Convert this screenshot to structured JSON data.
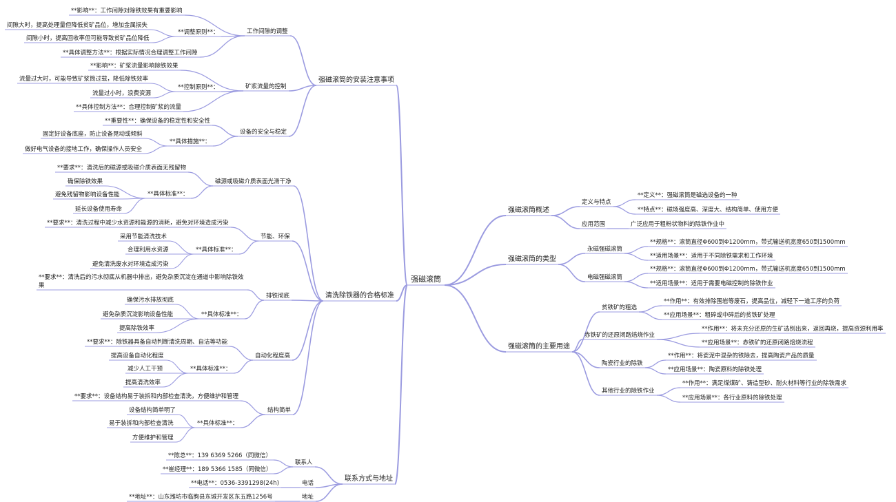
{
  "mindmap": {
    "root": "强磁滚筒",
    "left": [
      {
        "text": "强磁滚筒的安装注意事项",
        "children": [
          {
            "text": "工作间隙的调整",
            "children": [
              {
                "text": "**影响**：工作间隙对除铁效果有重要影响"
              },
              {
                "text": "**调整原则**：",
                "children": [
                  {
                    "text": "间隙大时，提高处理量但降低贫矿品位，增加金属损失"
                  },
                  {
                    "text": "间隙小时，提高回收率但可能导致贫矿品位降低"
                  }
                ]
              },
              {
                "text": "**具体调整方法**：根据实际情况合理调整工作间隙"
              }
            ]
          },
          {
            "text": "矿浆流量的控制",
            "children": [
              {
                "text": "**影响**：矿浆流量影响除铁效果"
              },
              {
                "text": "**控制原则**：",
                "children": [
                  {
                    "text": "流量过大时，可能导致矿浆筒过载，降低除铁效率"
                  },
                  {
                    "text": "流量过小时，浪费资源"
                  }
                ]
              },
              {
                "text": "**具体控制方法**：合理控制矿浆的流量"
              }
            ]
          },
          {
            "text": "设备的安全与稳定",
            "children": [
              {
                "text": "**重要性**：确保设备的稳定性和安全性"
              },
              {
                "text": "**具体措施**：",
                "children": [
                  {
                    "text": "固定好设备底座，防止设备晃动或倾斜"
                  },
                  {
                    "text": "做好电气设备的接地工作，确保操作人员安全"
                  }
                ]
              }
            ]
          }
        ]
      },
      {
        "text": "清洗除铁器的合格标准",
        "children": [
          {
            "text": "磁源或吸磁介质表面光滑干净",
            "children": [
              {
                "text": "**要求**：清洗后的磁源或吸磁介质表面无残留物"
              },
              {
                "text": "**具体标准**：",
                "children": [
                  {
                    "text": "确保除铁效果"
                  },
                  {
                    "text": "避免残留物影响设备性能"
                  },
                  {
                    "text": "延长设备使用寿命"
                  }
                ]
              }
            ]
          },
          {
            "text": "节能、环保",
            "children": [
              {
                "text": "**要求**：清洗过程中减少水资源和能源的消耗，避免对环境造成污染"
              },
              {
                "text": "**具体标准**：",
                "children": [
                  {
                    "text": "采用节能清洗技术"
                  },
                  {
                    "text": "合理利用水资源"
                  },
                  {
                    "text": "避免清洗废水对环境造成污染"
                  }
                ]
              }
            ]
          },
          {
            "text": "排铁彻底",
            "children": [
              {
                "text": "**要求**：清洗后的污水彻底从机器中排出，避免杂质沉淀在通道中影响除铁效果"
              },
              {
                "text": "**具体标准**：",
                "children": [
                  {
                    "text": "确保污水排放彻底"
                  },
                  {
                    "text": "避免杂质沉淀影响设备性能"
                  },
                  {
                    "text": "提高除铁效率"
                  }
                ]
              }
            ]
          },
          {
            "text": "自动化程度高",
            "children": [
              {
                "text": "**要求**：除铁器具备自动判断清洗周期、自洁等功能"
              },
              {
                "text": "**具体标准**：",
                "children": [
                  {
                    "text": "提高设备自动化程度"
                  },
                  {
                    "text": "减少人工干预"
                  },
                  {
                    "text": "提高清洗效率"
                  }
                ]
              }
            ]
          },
          {
            "text": "结构简单",
            "children": [
              {
                "text": "**要求**：设备结构易于装拆和内部检查清洗，方便维护和管理"
              },
              {
                "text": "**具体标准**：",
                "children": [
                  {
                    "text": "设备结构简单明了"
                  },
                  {
                    "text": "易于装拆和内部检查清洗"
                  },
                  {
                    "text": "方便维护和管理"
                  }
                ]
              }
            ]
          }
        ]
      },
      {
        "text": "联系方式与地址",
        "children": [
          {
            "text": "联系人",
            "children": [
              {
                "text": "**陈总**：139 6369 5266（同微信）"
              },
              {
                "text": "**崔经理**：189 5366 1585（同微信）"
              }
            ]
          },
          {
            "text": "电话",
            "children": [
              {
                "text": "**电话**：0536-3391298(24h)"
              }
            ]
          },
          {
            "text": "地址",
            "children": [
              {
                "text": "**地址**：山东潍坊市临朐县东城开发区东五路1256号"
              }
            ]
          }
        ]
      }
    ],
    "right": [
      {
        "text": "强磁滚筒概述",
        "children": [
          {
            "text": "定义与特点",
            "children": [
              {
                "text": "**定义**：强磁滚筒是磁选设备的一种"
              },
              {
                "text": "**特点**：磁场强度高、深度大、结构简单、使用方便"
              }
            ]
          },
          {
            "text": "应用范围",
            "children": [
              {
                "text": "广泛应用于粗粉状物料的除铁作业中"
              }
            ]
          }
        ]
      },
      {
        "text": "强磁滚筒的类型",
        "children": [
          {
            "text": "永磁强磁滚筒",
            "children": [
              {
                "text": "**规格**：滚筒直径Φ600到Φ1200mm，带式输送机宽度650到1500mm"
              },
              {
                "text": "**适用场景**：适用于不同除铁需求和工作环境"
              }
            ]
          },
          {
            "text": "电磁强磁滚筒",
            "children": [
              {
                "text": "**规格**：滚筒直径Φ600到Φ1200mm，带式输送机宽度650到1500mm"
              },
              {
                "text": "**适用场景**：适用于需要电磁控制的除铁作业"
              }
            ]
          }
        ]
      },
      {
        "text": "强磁滚筒的主要用途",
        "children": [
          {
            "text": "贫铁矿的粗选",
            "children": [
              {
                "text": "**作用**：有效排除围岩等废石，提高品位，减轻下一道工序的负荷"
              },
              {
                "text": "**应用场景**：粗碎或中碎后的贫铁矿处理"
              }
            ]
          },
          {
            "text": "赤铁矿的还原闭路焙烧作业",
            "children": [
              {
                "text": "**作用**：将未充分还原的生矿选别出来，返回再烧，提高资源利用率"
              },
              {
                "text": "**应用场景**：赤铁矿的还原闭路焙烧流程"
              }
            ]
          },
          {
            "text": "陶瓷行业的除铁",
            "children": [
              {
                "text": "**作用**：将瓷泥中混杂的铁除去，提高陶瓷产品的质量"
              },
              {
                "text": "**应用场景**：陶瓷原料的除铁处理"
              }
            ]
          },
          {
            "text": "其他行业的除铁作业",
            "children": [
              {
                "text": "**作用**：满足煤煤矿、铸造型砂、耐火材料等行业的除铁需求"
              },
              {
                "text": "**应用场景**：各行业原料的除铁处理"
              }
            ]
          }
        ]
      }
    ]
  }
}
